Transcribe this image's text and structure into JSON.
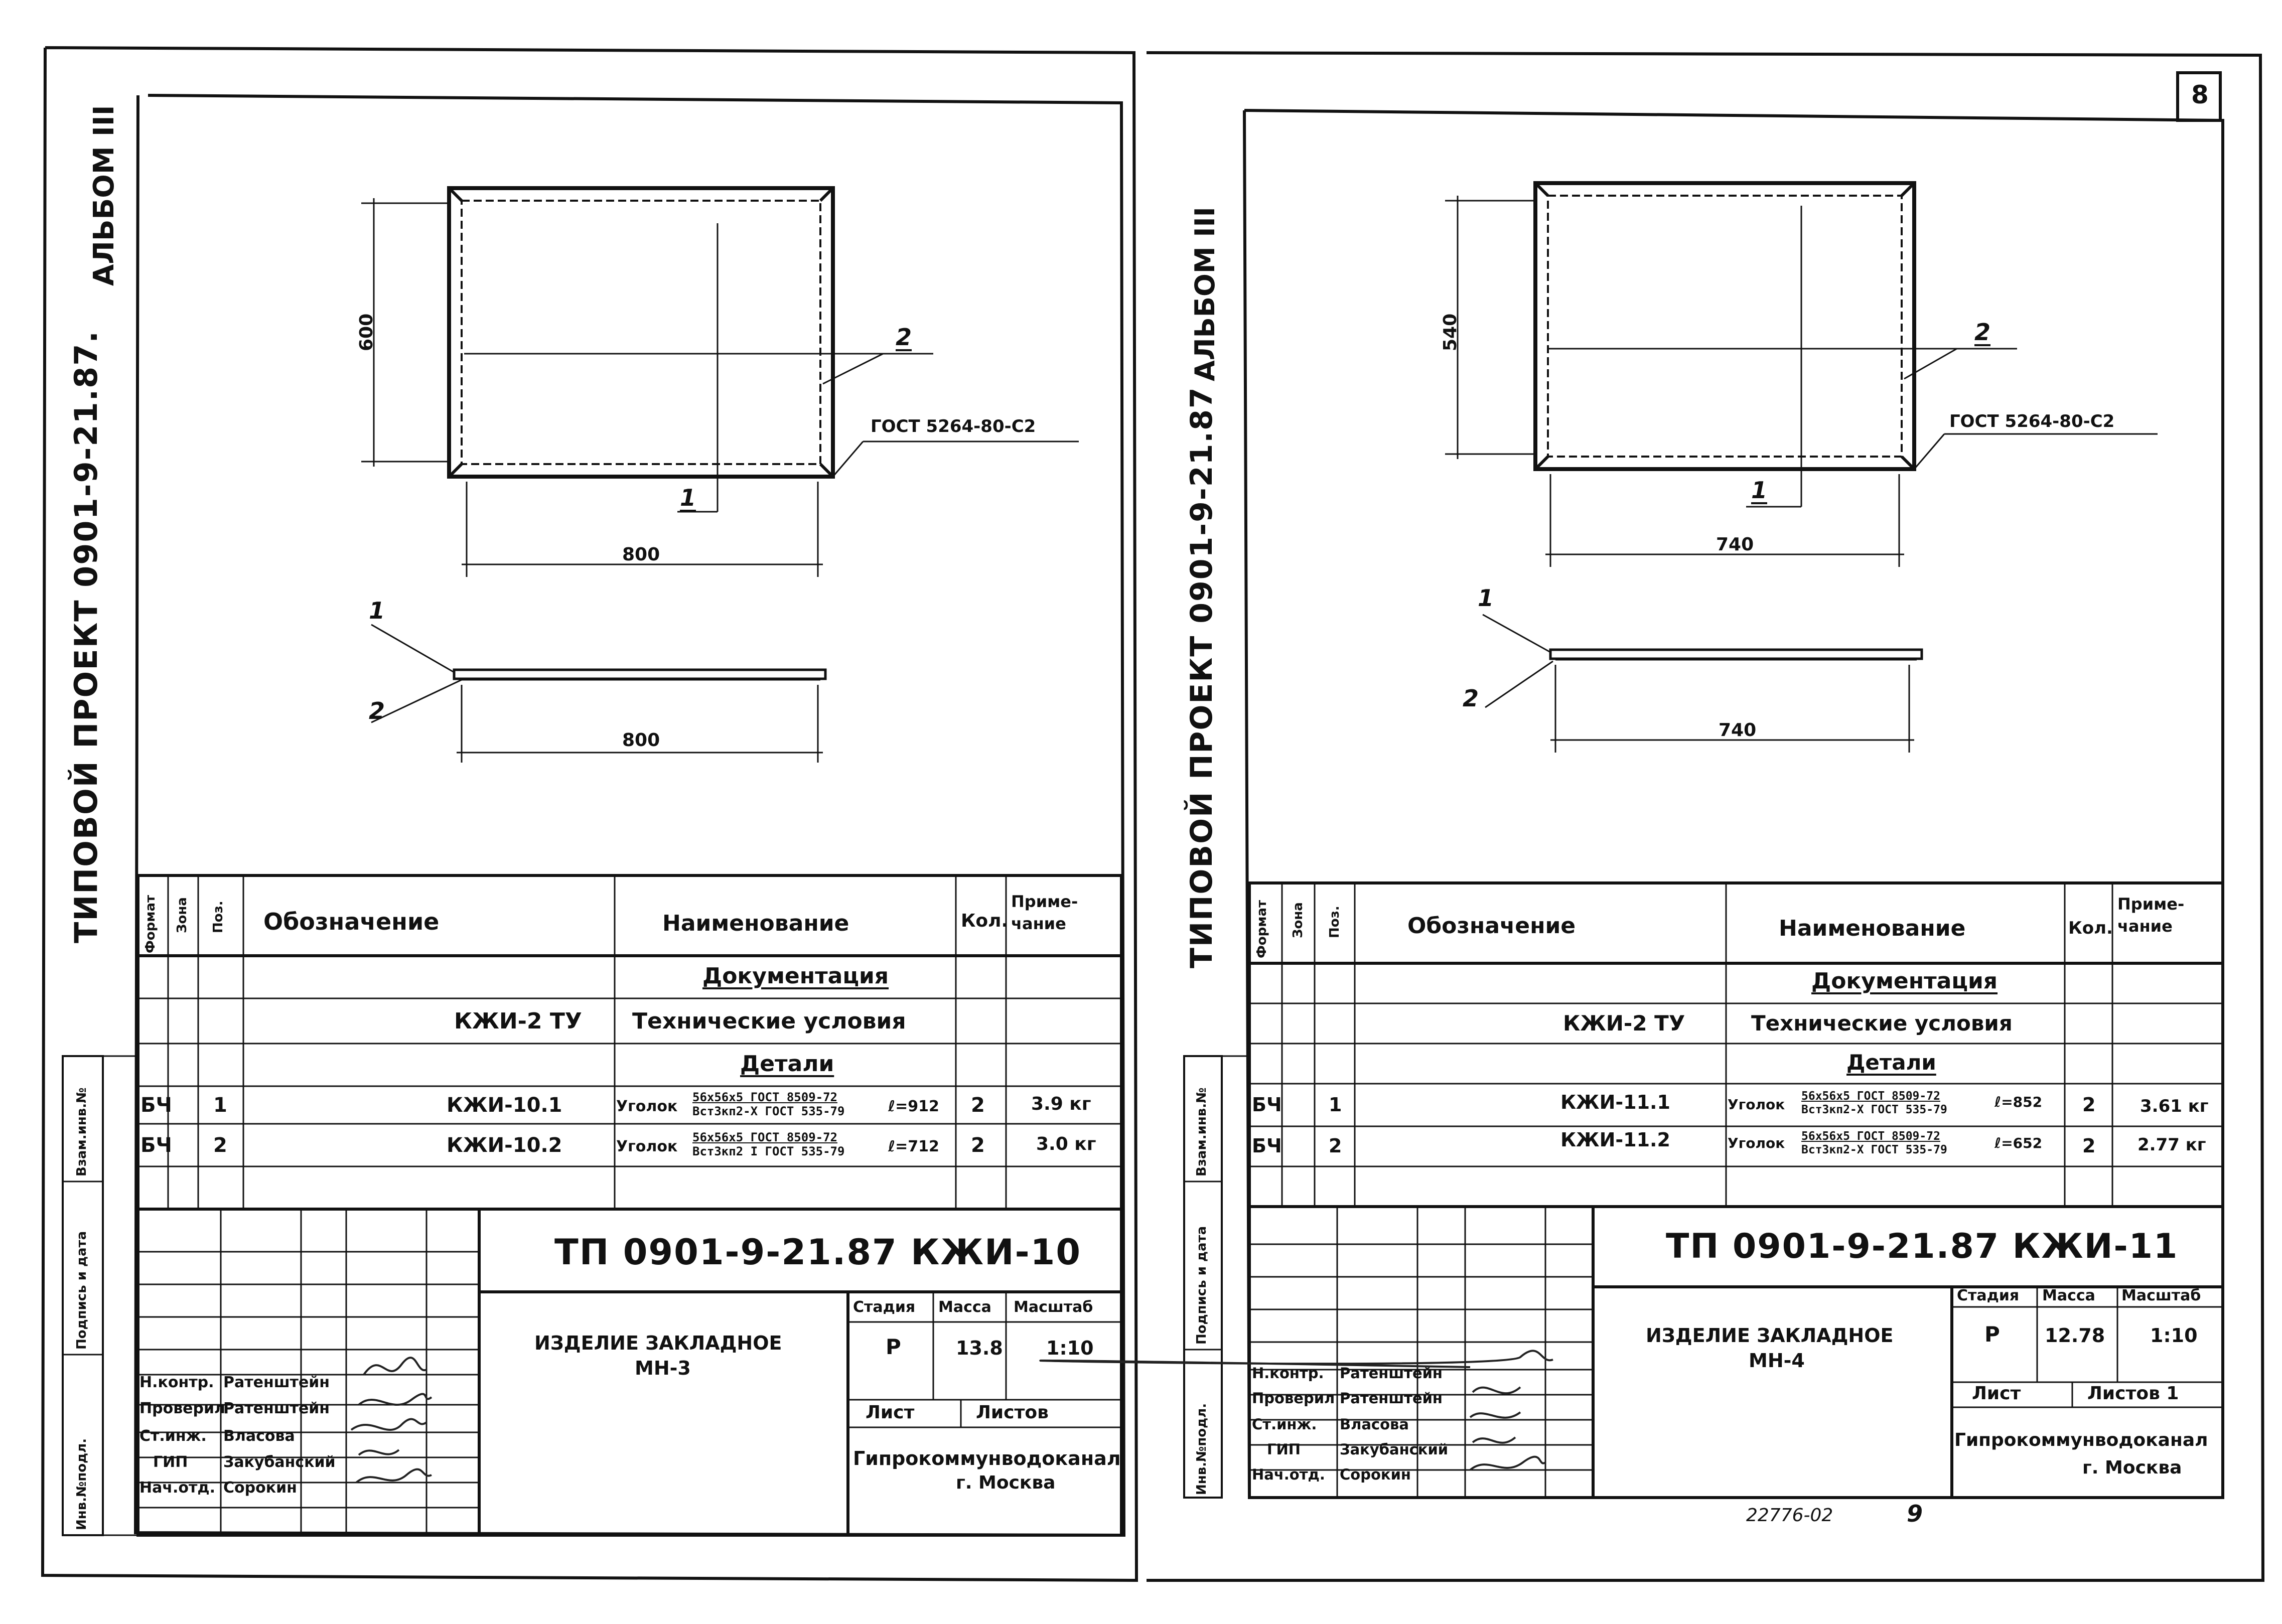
{
  "page_number": "8",
  "bottom_number": "22776-02",
  "bottom_page": "9",
  "sheets": [
    {
      "side_title": "ТИПОВОЙ ПРОЕКТ 0901-9-21.87.",
      "album": "АЛЬБОМ III",
      "dims": {
        "height": "600",
        "width_top": "800",
        "width_bottom": "800"
      },
      "leaders": {
        "a": "2",
        "b": "1",
        "c": "1",
        "d": "2"
      },
      "gost": "ГОСТ 5264-80-С2",
      "table": {
        "headers": {
          "format": "Формат",
          "zone": "Зона",
          "pos": "Поз.",
          "designation": "Обозначение",
          "name": "Наименование",
          "qty": "Кол.",
          "note": "Приме-чание"
        },
        "section_docs": "Документация",
        "doc_row": {
          "designation": "КЖИ-2 ТУ",
          "name": "Технические условия"
        },
        "section_parts": "Детали",
        "rows": [
          {
            "format": "БЧ",
            "pos": "1",
            "designation": "КЖИ-10.1",
            "name": "Уголок",
            "spec_top": "56х56х5 ГОСТ 8509-72",
            "spec_bot": "Вст3кп2-Х ГОСТ 535-79",
            "length": "ℓ=912",
            "qty": "2",
            "note": "3.9 кг"
          },
          {
            "format": "БЧ",
            "pos": "2",
            "designation": "КЖИ-10.2",
            "name": "Уголок",
            "spec_top": "56х56х5 ГОСТ 8509-72",
            "spec_bot": "Вст3кп2 I ГОСТ 535-79",
            "length": "ℓ=712",
            "qty": "2",
            "note": "3.0 кг"
          }
        ]
      },
      "left_labels": {
        "a": "Взам.инв.№",
        "b": "Подпись и дата",
        "c": "Инв.№подл."
      },
      "stamp": {
        "code": "ТП 0901-9-21.87 КЖИ-10",
        "title": "ИЗДЕЛИЕ ЗАКЛАДНОЕ",
        "subtitle": "МН-3",
        "stage_label": "Стадия",
        "mass_label": "Масса",
        "scale_label": "Масштаб",
        "stage": "Р",
        "mass": "13.8",
        "scale": "1:10",
        "sheet_label": "Лист",
        "sheets_label": "Листов",
        "org": "Гипрокоммунводоканал",
        "city": "г. Москва",
        "people": [
          {
            "role": "Н.контр.",
            "name": "Ратенштейн"
          },
          {
            "role": "Проверил",
            "name": "Ратенштейн"
          },
          {
            "role": "Ст.инж.",
            "name": "Власова"
          },
          {
            "role": "ГИП",
            "name": "Закубанский"
          },
          {
            "role": "Нач.отд.",
            "name": "Сорокин"
          }
        ]
      }
    },
    {
      "side_title": "ТИПОВОЙ ПРОЕКТ 0901-9-21.87",
      "album": "АЛЬБОМ III",
      "dims": {
        "height": "540",
        "width_top": "740",
        "width_bottom": "740"
      },
      "leaders": {
        "a": "2",
        "b": "1",
        "c": "1",
        "d": "2"
      },
      "gost": "ГОСТ 5264-80-С2",
      "table": {
        "headers": {
          "format": "Формат",
          "zone": "Зона",
          "pos": "Поз.",
          "designation": "Обозначение",
          "name": "Наименование",
          "qty": "Кол.",
          "note": "Приме-чание"
        },
        "section_docs": "Документация",
        "doc_row": {
          "designation": "КЖИ-2 ТУ",
          "name": "Технические условия"
        },
        "section_parts": "Детали",
        "rows": [
          {
            "format": "БЧ",
            "pos": "1",
            "designation": "КЖИ-11.1",
            "name": "Уголок",
            "spec_top": "56х56х5 ГОСТ 8509-72",
            "spec_bot": "Вст3кп2-Х ГОСТ 535-79",
            "length": "ℓ=852",
            "qty": "2",
            "note": "3.61 кг"
          },
          {
            "format": "БЧ",
            "pos": "2",
            "designation": "КЖИ-11.2",
            "name": "Уголок",
            "spec_top": "56х56х5 ГОСТ 8509-72",
            "spec_bot": "Вст3кп2-Х ГОСТ 535-79",
            "length": "ℓ=652",
            "qty": "2",
            "note": "2.77 кг"
          }
        ]
      },
      "left_labels": {
        "a": "Взам.инв.№",
        "b": "Подпись и дата",
        "c": "Инв.№подл."
      },
      "stamp": {
        "code": "ТП 0901-9-21.87 КЖИ-11",
        "title": "ИЗДЕЛИЕ ЗАКЛАДНОЕ",
        "subtitle": "МН-4",
        "stage_label": "Стадия",
        "mass_label": "Масса",
        "scale_label": "Масштаб",
        "stage": "Р",
        "mass": "12.78",
        "scale": "1:10",
        "sheet_label": "Лист",
        "sheets_label": "Листов 1",
        "org": "Гипрокоммунводоканал",
        "city": "г. Москва",
        "people": [
          {
            "role": "Н.контр.",
            "name": "Ратенштейн"
          },
          {
            "role": "Проверил",
            "name": "Ратенштейн"
          },
          {
            "role": "Ст.инж.",
            "name": "Власова"
          },
          {
            "role": "ГИП",
            "name": "Закубанский"
          },
          {
            "role": "Нач.отд.",
            "name": "Сорокин"
          }
        ]
      }
    }
  ]
}
